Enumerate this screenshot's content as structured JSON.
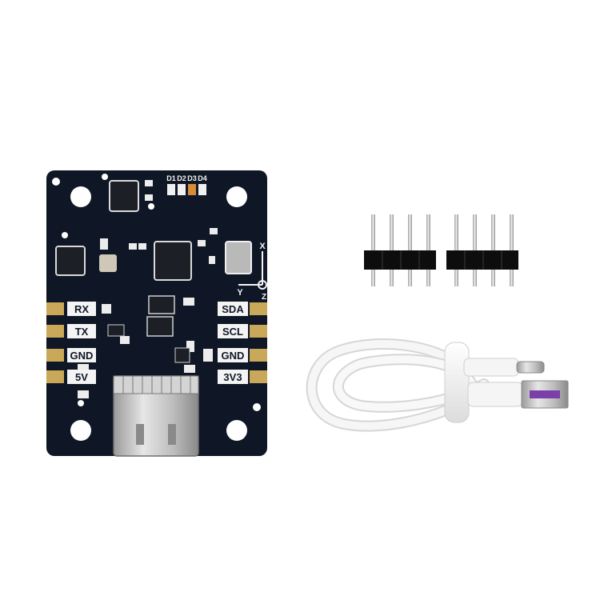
{
  "board": {
    "pins_left": [
      "RX",
      "TX",
      "GND",
      "5V"
    ],
    "pins_right": [
      "SDA",
      "SCL",
      "GND",
      "3V3"
    ],
    "leds": [
      "D1",
      "D2",
      "D3",
      "D4"
    ],
    "axes": {
      "x": "X",
      "y": "Y",
      "z": "Z"
    }
  },
  "accessories": {
    "header_count": 2,
    "pins_per_header": 4,
    "cable": "USB-A to USB-C"
  },
  "colors": {
    "background": "#ffffff",
    "pcb": "#0f1726",
    "silkscreen": "#f4f4f4",
    "gold_pad": "#c9a85a",
    "cable": "#f2f2f2",
    "usb_a_tongue": "#7a3fa8"
  }
}
